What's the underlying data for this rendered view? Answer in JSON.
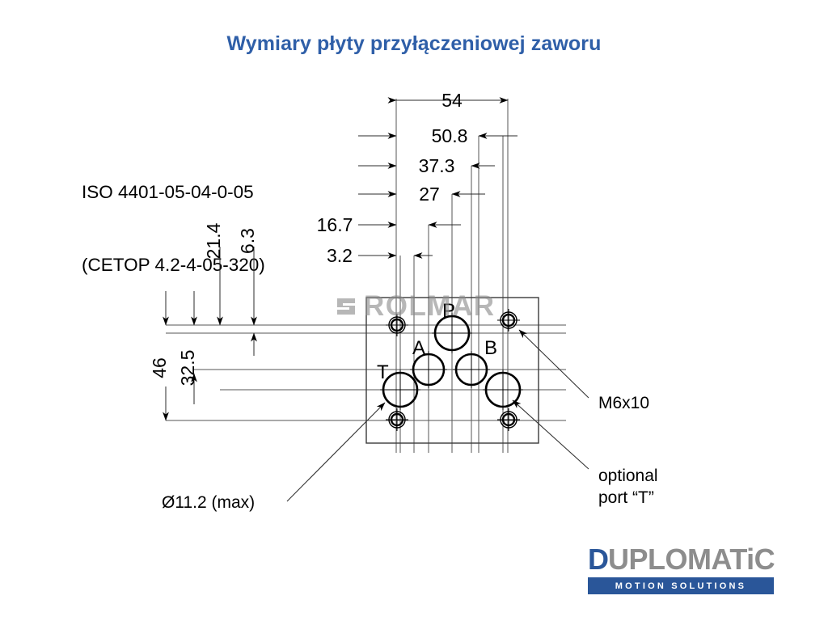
{
  "page": {
    "title": "Wymiary płyty przyłączeniowej zaworu",
    "title_color": "#2f5fa8",
    "background": "#ffffff"
  },
  "spec": {
    "iso_line": "ISO 4401-05-04-0-05",
    "cetop_line": "(CETOP 4.2-4-05-320)"
  },
  "dimensions": {
    "horizontal": [
      {
        "label": "54",
        "value": 54,
        "unit": "mm"
      },
      {
        "label": "50.8",
        "value": 50.8,
        "unit": "mm"
      },
      {
        "label": "37.3",
        "value": 37.3,
        "unit": "mm"
      },
      {
        "label": "27",
        "value": 27,
        "unit": "mm"
      },
      {
        "label": "16.7",
        "value": 16.7,
        "unit": "mm"
      },
      {
        "label": "3.2",
        "value": 3.2,
        "unit": "mm"
      }
    ],
    "vertical": [
      {
        "label": "46",
        "value": 46,
        "unit": "mm"
      },
      {
        "label": "32.5",
        "value": 32.5,
        "unit": "mm"
      },
      {
        "label": "21.4",
        "value": 21.4,
        "unit": "mm"
      },
      {
        "label": "6.3",
        "value": 6.3,
        "unit": "mm"
      }
    ]
  },
  "ports": [
    {
      "id": "P",
      "label": "P"
    },
    {
      "id": "A",
      "label": "A"
    },
    {
      "id": "B",
      "label": "B"
    },
    {
      "id": "T",
      "label": "T"
    }
  ],
  "callouts": {
    "bore": "Ø11.2 (max)",
    "thread": "M6x10",
    "optional_line1": "optional",
    "optional_line2": "port “T”"
  },
  "watermark": {
    "text": "ROLMAR",
    "color": "#8c8c8c"
  },
  "logo": {
    "initial": "D",
    "rest": "UPLOMATiC",
    "tagline": "MOTION SOLUTIONS",
    "brand_color": "#2a5699",
    "word_color": "#8d8d8d"
  }
}
